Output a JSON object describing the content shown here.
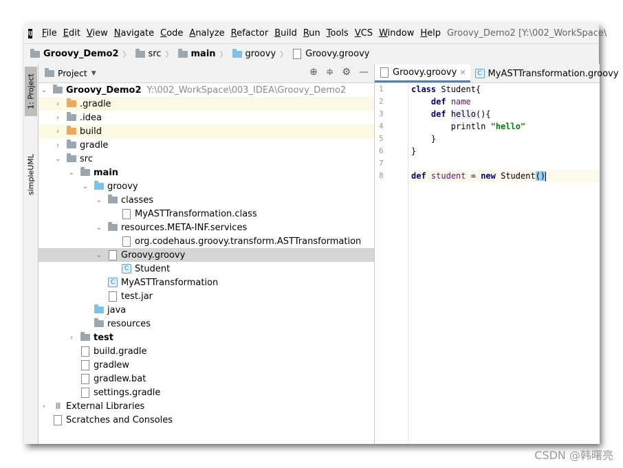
{
  "app": {
    "logo": "IJ"
  },
  "menubar": {
    "items": [
      "File",
      "Edit",
      "View",
      "Navigate",
      "Code",
      "Analyze",
      "Refactor",
      "Build",
      "Run",
      "Tools",
      "VCS",
      "Window",
      "Help"
    ],
    "title": "Groovy_Demo2 [Y:\\002_WorkSpace\\"
  },
  "breadcrumb": [
    "Groovy_Demo2",
    "src",
    "main",
    "groovy",
    "Groovy.groovy"
  ],
  "side_tabs": {
    "project": "1: Project",
    "simpleuml": "simpleUML"
  },
  "project_panel": {
    "title": "Project"
  },
  "tree": [
    {
      "label": "Groovy_Demo2",
      "extra": "Y:\\002_WorkSpace\\003_IDEA\\Groovy_Demo2"
    },
    {
      "label": ".gradle"
    },
    {
      "label": ".idea"
    },
    {
      "label": "build"
    },
    {
      "label": "gradle"
    },
    {
      "label": "src"
    },
    {
      "label": "main"
    },
    {
      "label": "groovy"
    },
    {
      "label": "classes"
    },
    {
      "label": "MyASTTransformation.class"
    },
    {
      "label": "resources.META-INF.services"
    },
    {
      "label": "org.codehaus.groovy.transform.ASTTransformation"
    },
    {
      "label": "Groovy.groovy"
    },
    {
      "label": "Student"
    },
    {
      "label": "MyASTTransformation"
    },
    {
      "label": "test.jar"
    },
    {
      "label": "java"
    },
    {
      "label": "resources"
    },
    {
      "label": "test"
    },
    {
      "label": "build.gradle"
    },
    {
      "label": "gradlew"
    },
    {
      "label": "gradlew.bat"
    },
    {
      "label": "settings.gradle"
    },
    {
      "label": "External Libraries"
    },
    {
      "label": "Scratches and Consoles"
    }
  ],
  "editor": {
    "tabs": [
      "Groovy.groovy",
      "MyASTTransformation.groovy"
    ],
    "line_numbers": [
      "1",
      "2",
      "3",
      "4",
      "5",
      "6",
      "7",
      "8"
    ],
    "tokens": {
      "class_kw": "class",
      "class_name": " Student{",
      "def_kw": "def",
      "name_var": "name",
      "hello": "hello",
      "hello_tail": "(){",
      "println": "println ",
      "hello_str": "\"hello\"",
      "close_inner": "}",
      "close_outer": "}",
      "student_var": "student",
      "eq": " = ",
      "new_kw": "new",
      "student_call": " Student",
      "parens": "()"
    }
  },
  "watermark": "CSDN @韩曙亮"
}
